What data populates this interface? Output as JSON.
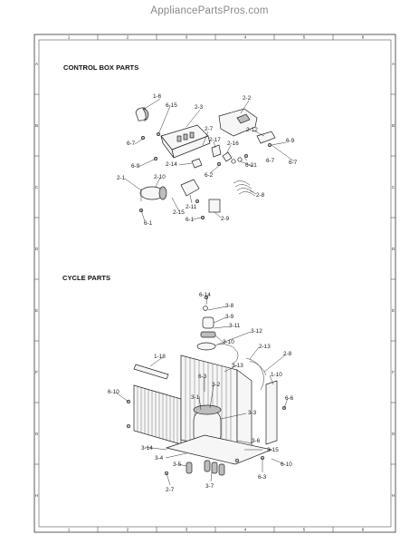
{
  "site": {
    "watermark": "AppliancePartsPros.com"
  },
  "frame": {
    "cols": [
      "1",
      "2",
      "3",
      "4",
      "5",
      "6"
    ],
    "rows": [
      "A",
      "B",
      "C",
      "D",
      "E",
      "F",
      "G",
      "H"
    ]
  },
  "sections": {
    "control_box": "CONTROL BOX PARTS",
    "cycle": "CYCLE PARTS"
  },
  "control_labels": [
    "1-6",
    "6-15",
    "2-3",
    "2-2",
    "2-12",
    "6-9",
    "6-7",
    "2-7",
    "2-17",
    "2-16",
    "6-7",
    "6-9",
    "6-21",
    "6-7",
    "2-14",
    "6-2",
    "2-10",
    "2-1",
    "2-8",
    "2-11",
    "2-15",
    "6-1",
    "6-1",
    "2-9"
  ],
  "cycle_labels": [
    "6-14",
    "3-8",
    "3-9",
    "3-11",
    "3-10",
    "3-12",
    "2-13",
    "2-8",
    "1-18",
    "3-13",
    "1-10",
    "6-3",
    "3-2",
    "6-10",
    "6-6",
    "3-1",
    "3-3",
    "3-6",
    "3-15",
    "3-14",
    "3-4",
    "6-3",
    "6-10",
    "3-5",
    "3-7",
    "2-7"
  ]
}
